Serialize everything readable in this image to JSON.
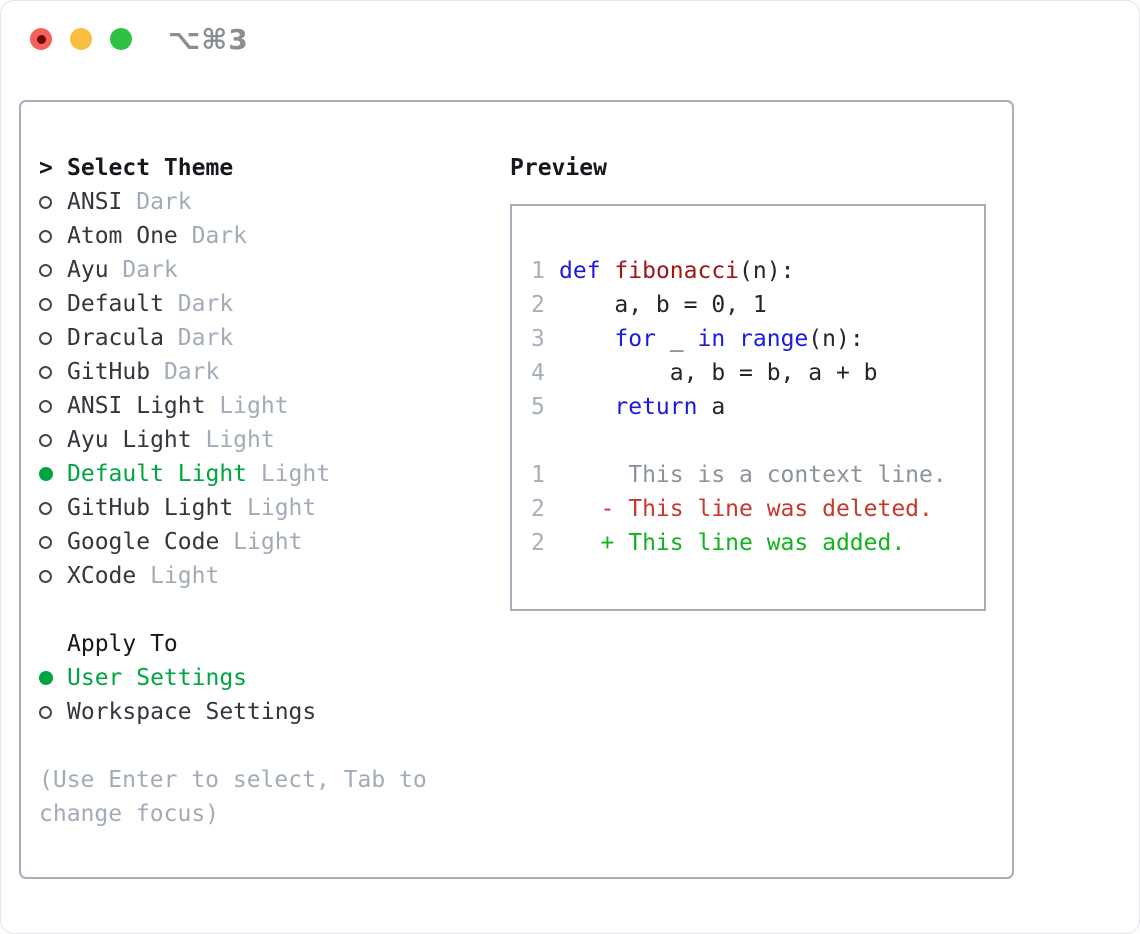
{
  "titlebar": {
    "shortcut": "⌥⌘3"
  },
  "theme_panel": {
    "prompt": ">",
    "title": "Select Theme",
    "themes": [
      {
        "name": "ANSI",
        "variant": "Dark",
        "selected": false
      },
      {
        "name": "Atom One",
        "variant": "Dark",
        "selected": false
      },
      {
        "name": "Ayu",
        "variant": "Dark",
        "selected": false
      },
      {
        "name": "Default",
        "variant": "Dark",
        "selected": false
      },
      {
        "name": "Dracula",
        "variant": "Dark",
        "selected": false
      },
      {
        "name": "GitHub",
        "variant": "Dark",
        "selected": false
      },
      {
        "name": "ANSI Light",
        "variant": "Light",
        "selected": false
      },
      {
        "name": "Ayu Light",
        "variant": "Light",
        "selected": false
      },
      {
        "name": "Default Light",
        "variant": "Light",
        "selected": true
      },
      {
        "name": "GitHub Light",
        "variant": "Light",
        "selected": false
      },
      {
        "name": "Google Code",
        "variant": "Light",
        "selected": false
      },
      {
        "name": "XCode",
        "variant": "Light",
        "selected": false
      }
    ],
    "apply_to": {
      "title": "Apply To",
      "options": [
        {
          "name": "User Settings",
          "selected": true
        },
        {
          "name": "Workspace Settings",
          "selected": false
        }
      ]
    },
    "help": [
      "(Use Enter to select, Tab to",
      "change focus)"
    ]
  },
  "preview": {
    "title": "Preview",
    "code_lines": [
      {
        "num": "1",
        "segments": [
          {
            "t": "def",
            "c": "keyword"
          },
          {
            "t": " ",
            "c": "plain"
          },
          {
            "t": "fibonacci",
            "c": "function"
          },
          {
            "t": "(n):",
            "c": "plain"
          }
        ]
      },
      {
        "num": "2",
        "segments": [
          {
            "t": "    a, b = 0, 1",
            "c": "plain"
          }
        ]
      },
      {
        "num": "3",
        "segments": [
          {
            "t": "    ",
            "c": "plain"
          },
          {
            "t": "for",
            "c": "keyword"
          },
          {
            "t": " _ ",
            "c": "plain"
          },
          {
            "t": "in",
            "c": "keyword"
          },
          {
            "t": " ",
            "c": "plain"
          },
          {
            "t": "range",
            "c": "keyword"
          },
          {
            "t": "(n):",
            "c": "plain"
          }
        ]
      },
      {
        "num": "4",
        "segments": [
          {
            "t": "        a, b = b, a + b",
            "c": "plain"
          }
        ]
      },
      {
        "num": "5",
        "segments": [
          {
            "t": "    ",
            "c": "plain"
          },
          {
            "t": "return",
            "c": "keyword"
          },
          {
            "t": " a",
            "c": "plain"
          }
        ]
      },
      {
        "num": "",
        "segments": []
      },
      {
        "num": "1",
        "segments": [
          {
            "t": "     This is a context line.",
            "c": "context"
          }
        ]
      },
      {
        "num": "2",
        "segments": [
          {
            "t": "   - This line was deleted.",
            "c": "deleted"
          }
        ]
      },
      {
        "num": "2",
        "segments": [
          {
            "t": "   + This line was added.",
            "c": "added"
          }
        ]
      }
    ]
  },
  "colors": {
    "close-btn": "#f4615a",
    "close-dot": "#6d0c05",
    "minimize-btn": "#fabd3e",
    "zoom-btn": "#2ec144",
    "panel-border": "#a6aeb9",
    "bold-text": "#15181c",
    "text": "#32373e",
    "muted": "#a2abb8",
    "line-number": "#a6afba",
    "selected-green": "#00a542",
    "keyword": "#1b1be0",
    "function": "#a31515",
    "code-plain": "#22262c",
    "context": "#8b939c",
    "deleted": "#c8382c",
    "added": "#12b31e"
  }
}
